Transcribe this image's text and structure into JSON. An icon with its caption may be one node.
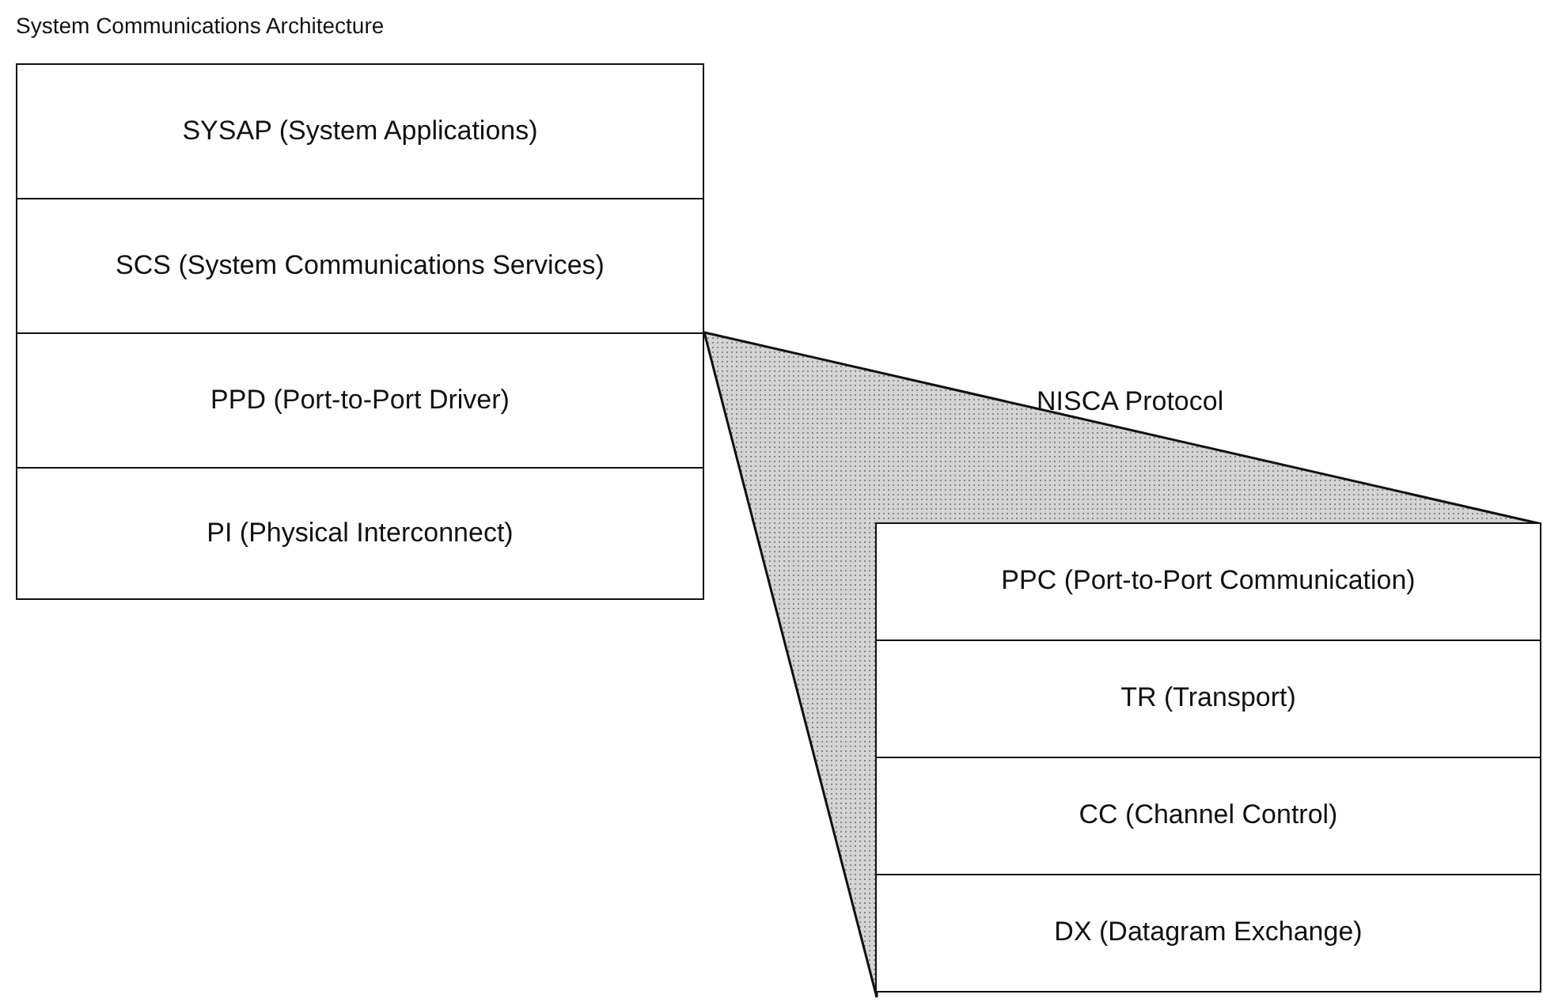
{
  "diagram": {
    "title": "System Communications Architecture",
    "nodes": [
      {
        "text": [
          "SYSAP (System Applications)"
        ]
      },
      {
        "text": [
          "SCS (System Communications Services)"
        ]
      },
      {
        "text": [
          "PPD (Port-to-Port Driver)"
        ]
      },
      {
        "text": [
          "PI (Physical Interconnect)"
        ]
      },
      {
        "text": [
          "PPC (Port-to-Port Communication)"
        ]
      },
      {
        "text": [
          "TR (Transport)"
        ]
      },
      {
        "text": [
          "CC (Channel Control)"
        ]
      },
      {
        "text": [
          "DX (Datagram Exchange)"
        ]
      }
    ],
    "labels": [
      "NISCA Protocol"
    ]
  }
}
